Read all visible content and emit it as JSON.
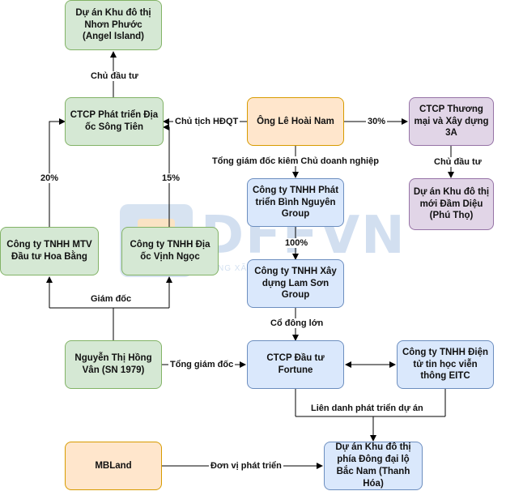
{
  "watermark": {
    "brand": "DFFVN",
    "tagline": "MẠNG XÃ HỘI TÀI CHÍNH"
  },
  "nodes": {
    "angel_island": "Dự án Khu đô thị Nhơn Phước (Angel Island)",
    "song_tien": "CTCP Phát triển Địa ốc Sông Tiên",
    "le_hoai_nam": "Ông Lê Hoài Nam",
    "thuong_mai_3a": "CTCP Thương mại và Xây dựng 3A",
    "dam_dieu": "Dự án Khu đô thị mới Đầm Diệu (Phú Thọ)",
    "binh_nguyen": "Công ty TNHH Phát triển Bình Nguyên Group",
    "hoa_bang": "Công ty TNHH MTV Đầu tư Hoa Bằng",
    "vinh_ngoc": "Công ty TNHH Địa ốc Vịnh Ngọc",
    "lam_son": "Công ty TNHH Xây dựng Lam Sơn Group",
    "nguyen_thi_hong_van": "Nguyễn Thị Hồng Vân (SN 1979)",
    "fortune": "CTCP Đầu tư Fortune",
    "eitc": "Công ty TNHH Điện tử tin học viễn thông EITC",
    "mbland": "MBLand",
    "dong_dai_lo": "Dự án Khu đô thị phía Đông đại lộ Bắc Nam (Thanh Hóa)"
  },
  "edge_labels": {
    "chu_dau_tu_1": "Chủ đầu tư",
    "chu_tich_hdqt": "Chủ tịch HĐQT",
    "pct_30": "30%",
    "chu_dau_tu_2": "Chủ đầu tư",
    "tong_giam_doc_kiem": "Tổng giám đốc kiêm Chủ doanh nghiệp",
    "pct_20": "20%",
    "pct_15": "15%",
    "pct_100": "100%",
    "giam_doc": "Giám đốc",
    "co_dong_lon": "Cổ đông lớn",
    "tong_giam_doc": "Tổng giám đốc",
    "lien_danh": "Liên danh phát triển dự án",
    "don_vi_phat_trien": "Đơn vị phát triển"
  }
}
